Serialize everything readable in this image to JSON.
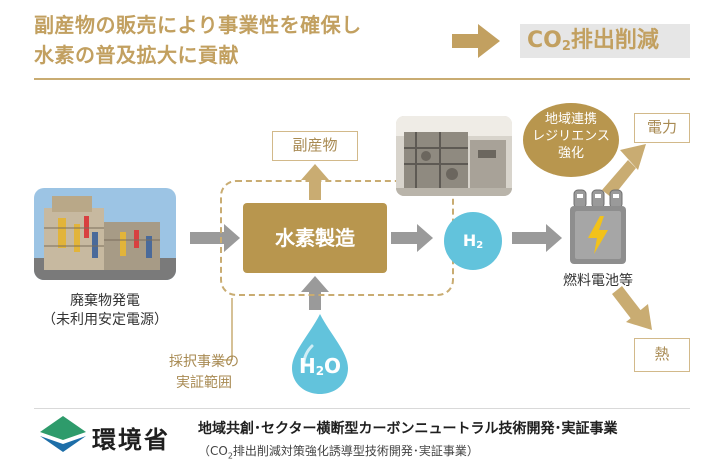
{
  "header": {
    "line1": "副産物の販売により事業性を確保し",
    "line2": "水素の普及拡大に貢献",
    "co2_prefix": "CO",
    "co2_subscript": "2",
    "co2_suffix": "排出削減"
  },
  "diagram": {
    "waste_plant": {
      "caption_line1": "廃棄物発電",
      "caption_line2": "（未利用安定電源）"
    },
    "production_label": "水素製造",
    "byproduct_label": "副産物",
    "hydrogen": {
      "symbol": "H",
      "subscript": "2"
    },
    "water": {
      "symbol_h": "H",
      "subscript": "2",
      "symbol_o": "O"
    },
    "regional_label_line1": "地域連携",
    "regional_label_line2": "レジリエンス",
    "regional_label_line3": "強化",
    "fuel_cell_label": "燃料電池等",
    "power_label": "電力",
    "heat_label": "熱",
    "demo_scope_line1": "採択事業の",
    "demo_scope_line2": "実証範囲"
  },
  "footer": {
    "ministry_name": "環境省",
    "program_title": "地域共創･セクター横断型カーボンニュートラル技術開発･実証事業",
    "program_sub_prefix": "（CO",
    "program_sub_subscript": "2",
    "program_sub_suffix": "排出削減対策強化誘導型技術開発･実証事業）"
  },
  "colors": {
    "accent_gold": "#c2a060",
    "box_gold": "#b8964e",
    "hydrogen_blue": "#62c3dc",
    "arrow_gray": "#9a9a9a",
    "ministry_green": "#2e9b6b",
    "ministry_blue": "#1d6ea8"
  }
}
